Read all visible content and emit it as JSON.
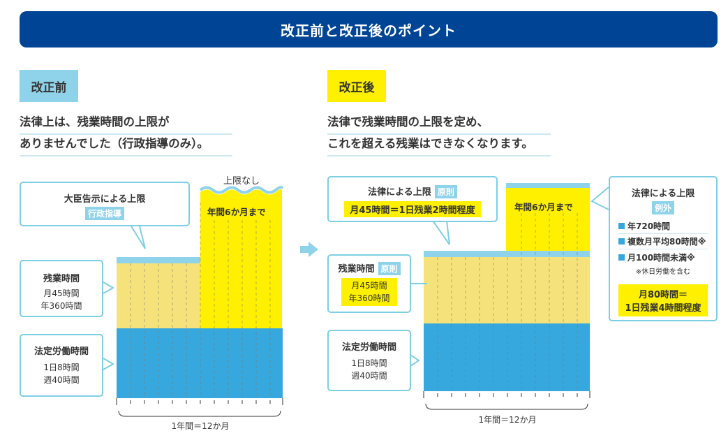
{
  "header": {
    "title": "改正前と改正後のポイント"
  },
  "colors": {
    "navy": "#004595",
    "light_blue": "#8ed3ea",
    "yellow": "#fff000",
    "pale_yellow": "#f6e27a",
    "blue": "#37a8de",
    "border": "#7dcfe3"
  },
  "before": {
    "tag": "改正前",
    "headline_1": "法律上は、残業時間の上限が",
    "headline_2": "ありませんでした（行政指導のみ）。",
    "limit_callout": {
      "title": "大臣告示による上限",
      "badge": "行政指導"
    },
    "no_limit_label": "上限なし",
    "six_month_label": "年間6か月まで",
    "overtime_callout": {
      "title": "残業時間",
      "line_1": "月45時間",
      "line_2": "年360時間"
    },
    "legal_callout": {
      "title": "法定労働時間",
      "line_1": "1日8時間",
      "line_2": "週40時間"
    },
    "axis_label": "1年間＝12か月"
  },
  "after": {
    "tag": "改正後",
    "headline_1": "法律で残業時間の上限を定め、",
    "headline_2": "これを超える残業はできなくなります。",
    "principle_callout": {
      "title": "法律による上限",
      "badge": "原則",
      "value": "月45時間＝1日残業2時間程度"
    },
    "six_month_label": "年間6か月まで",
    "overtime_callout": {
      "title": "残業時間",
      "badge": "原則",
      "line_1": "月45時間",
      "line_2": "年360時間"
    },
    "legal_callout": {
      "title": "法定労働時間",
      "line_1": "1日8時間",
      "line_2": "週40時間"
    },
    "exception_callout": {
      "title": "法律による上限",
      "badge": "例外",
      "items": [
        "年720時間",
        "複数月平均80時間※",
        "月100時間未満※"
      ],
      "note": "※休日労働を含む",
      "summary_1": "月80時間＝",
      "summary_2": "1日残業4時間程度"
    },
    "axis_label": "1年間＝12か月"
  }
}
